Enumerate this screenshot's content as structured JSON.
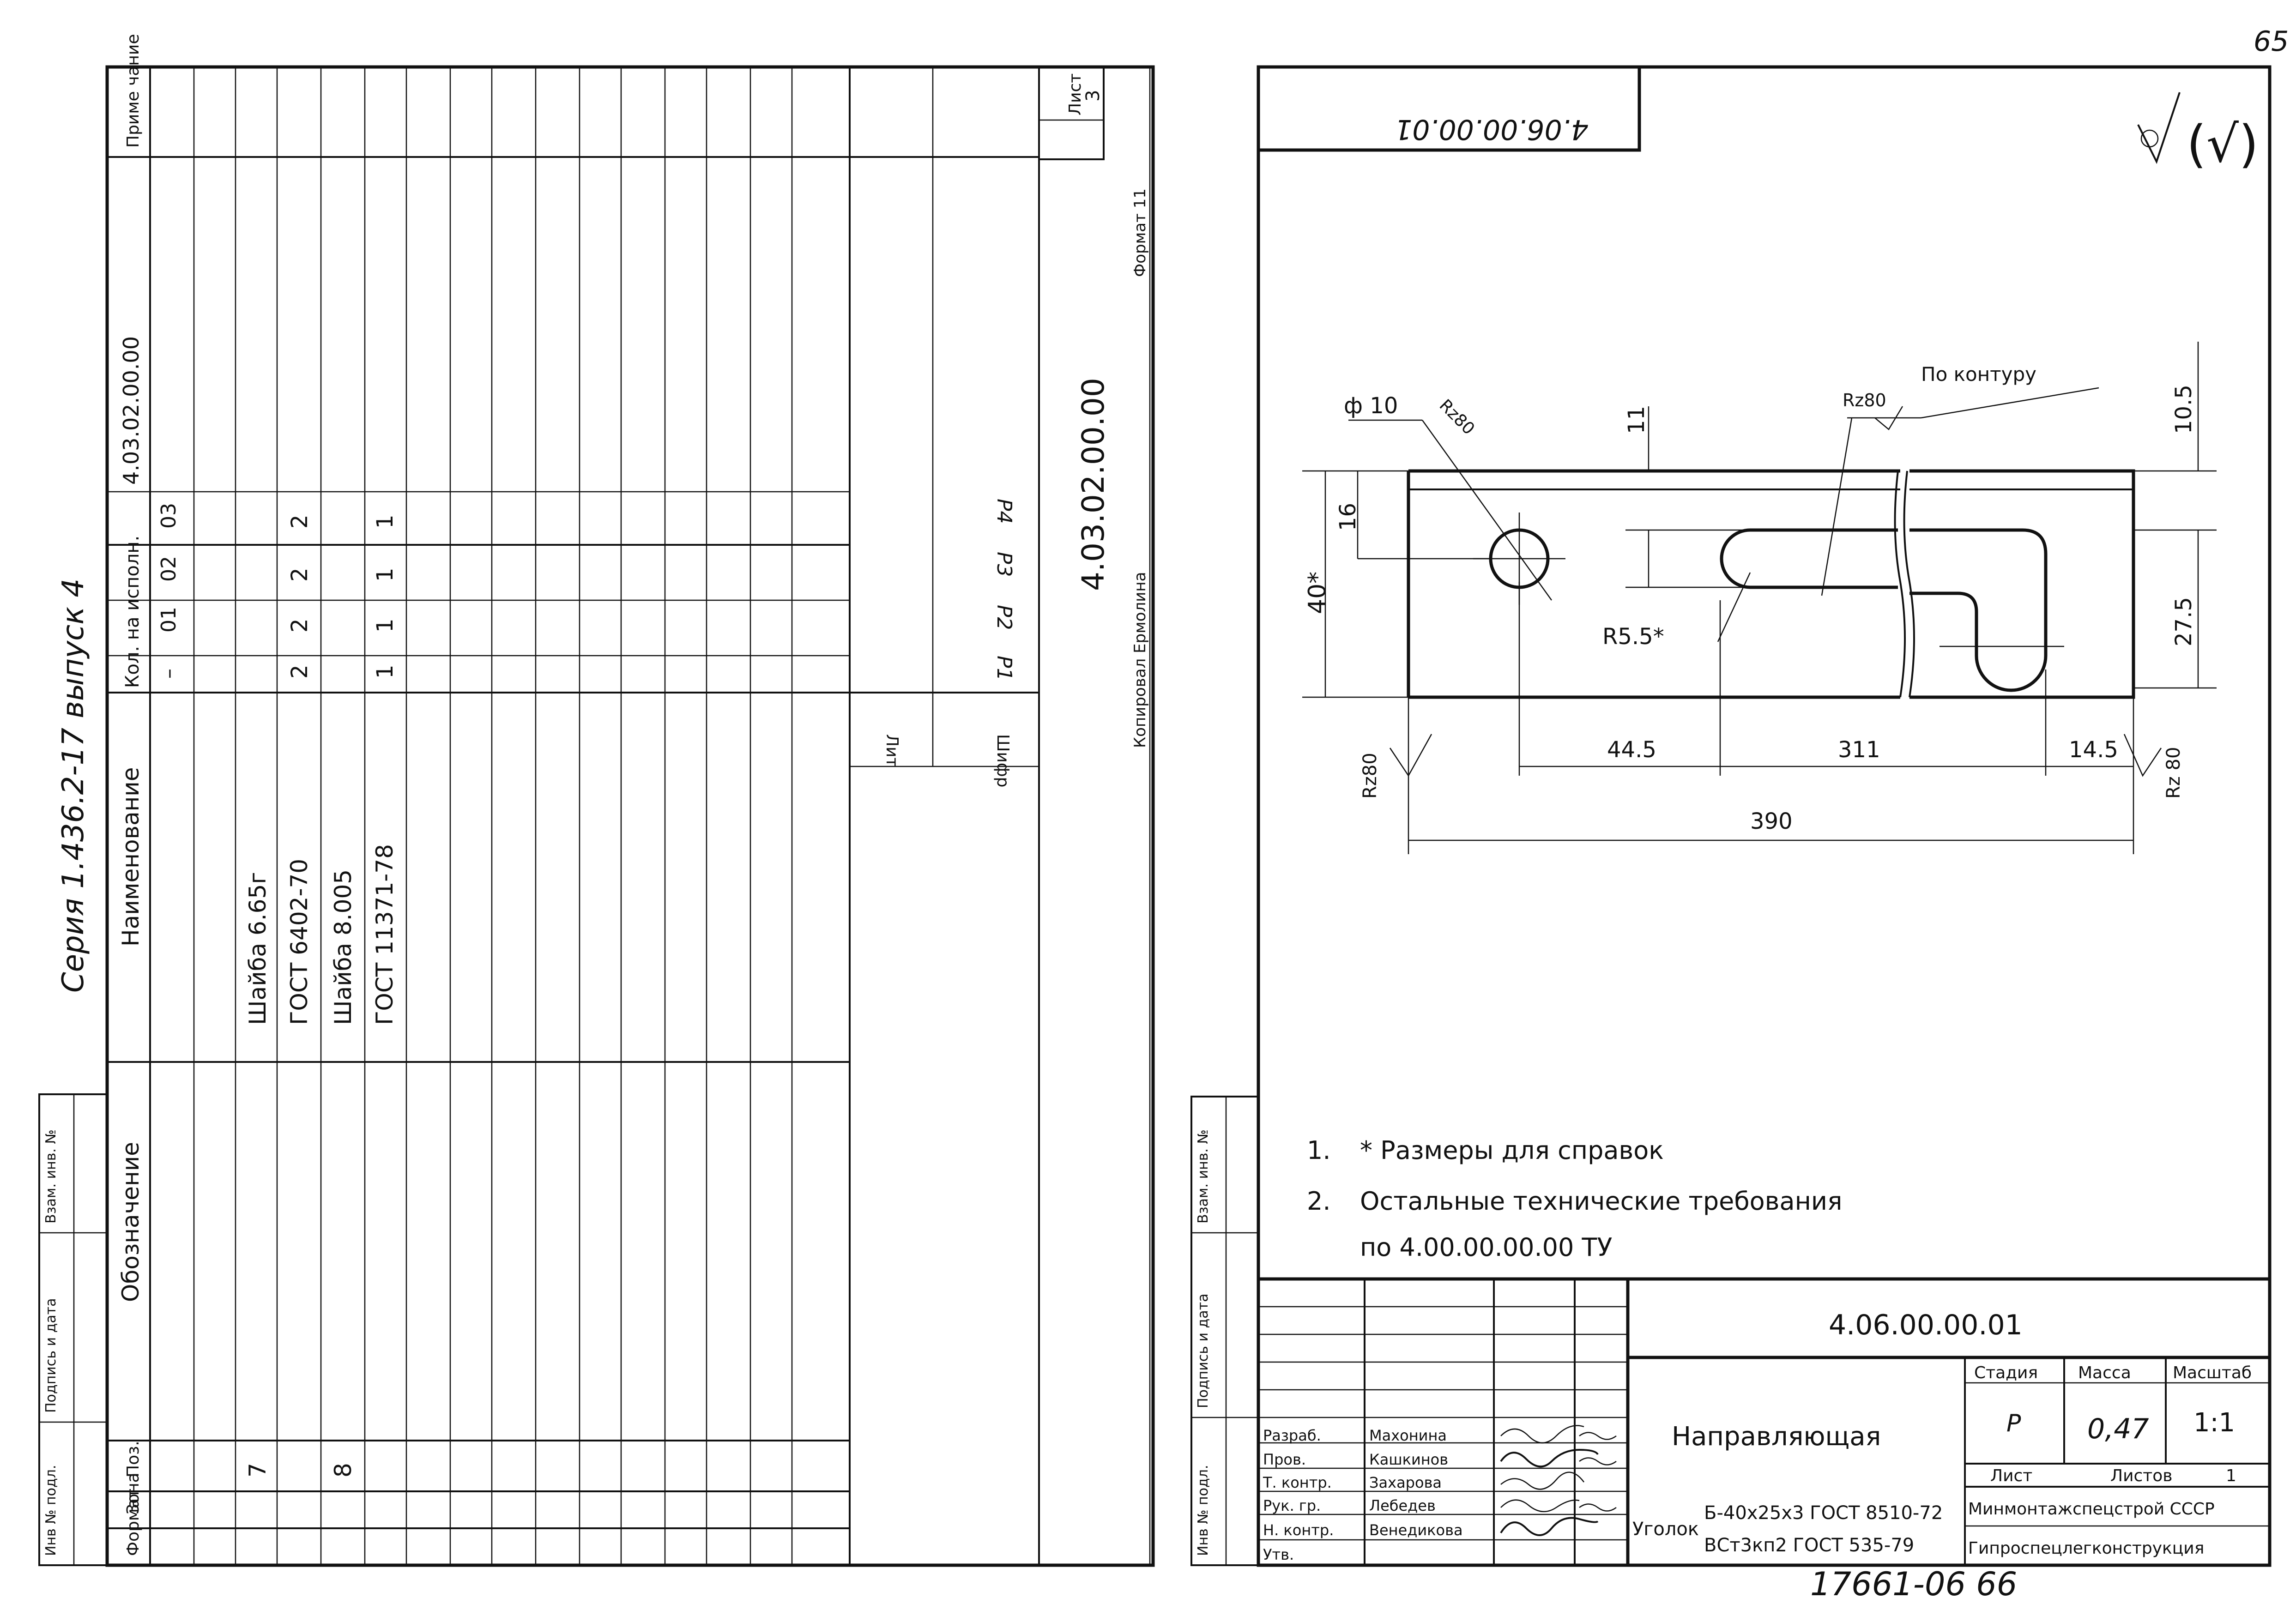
{
  "page_number": "65",
  "left": {
    "series": "Серия 1.436.2-17 выпуск 4",
    "col_format": "Формат",
    "col_zone": "Зона",
    "col_pos": "Поз.",
    "col_designation": "Обозначение",
    "col_name": "Наименование",
    "col_qty": "Кол. на исполн.",
    "col_note": "Приме чание",
    "doc_code": "4.03.02.00.00",
    "variants": [
      "–",
      "01",
      "02",
      "03"
    ],
    "rows": [
      {
        "pos": "7",
        "name": "Шайба 6.65г",
        "q0": "2",
        "q1": "2",
        "q2": "2",
        "q3": "2"
      },
      {
        "name": "ГОСТ 6402-70"
      },
      {
        "pos": "8",
        "name": "Шайба 8.005",
        "q0": "1",
        "q1": "1",
        "q2": "1",
        "q3": "1"
      },
      {
        "name": "ГОСТ 11371-78"
      }
    ],
    "codes": [
      "P1",
      "P2",
      "P3",
      "P4"
    ],
    "shifr": "Шифр",
    "lit": "Лит",
    "sheet_label": "Лист",
    "sheet_num": "3",
    "big_code": "4.03.02.00.00",
    "copied": "Копировал Ермолина",
    "format": "Формат 11"
  },
  "side_stamp": {
    "inv_podl": "Инв № подл.",
    "sign_date": "Подпись и дата",
    "vzam": "Взам. инв. №"
  },
  "right": {
    "top_code": "4.06.00.00.01",
    "roughness_symbol": "(√)",
    "dims": {
      "d_hole": "ф 10",
      "rz_hole": "Rz80",
      "rz_top": "Rz80",
      "contour": "По контуру",
      "d11": "11",
      "d105": "10.5",
      "d16": "16",
      "d40": "40*",
      "r55": "R5.5*",
      "d275": "27.5",
      "d445": "44.5",
      "d311": "311",
      "d145": "14.5",
      "d390": "390",
      "rz_left": "Rz80",
      "rz_right": "Rz 80"
    },
    "notes": [
      {
        "num": "1.",
        "text": "* Размеры для справок"
      },
      {
        "num": "2.",
        "text": "Остальные технические требования"
      },
      {
        "num": "",
        "text": "по 4.00.00.00.00 ТУ"
      }
    ],
    "title_block": {
      "code": "4.06.00.00.01",
      "name": "Направляющая",
      "stage_label": "Стадия",
      "mass_label": "Масса",
      "scale_label": "Масштаб",
      "stage": "Р",
      "mass": "0,47",
      "scale": "1:1",
      "sheet_label": "Лист",
      "sheets_label": "Листов",
      "sheets": "1",
      "material_type": "Уголок",
      "material_1": "Б-40х25х3 ГОСТ 8510-72",
      "material_2": "ВСт3кп2 ГОСТ 535-79",
      "org_1": "Минмонтажспецстрой СССР",
      "org_2": "Гипроспецлегконструкция",
      "people": [
        {
          "role": "Разраб.",
          "name": "Махонина"
        },
        {
          "role": "Пров.",
          "name": "Кашкинов"
        },
        {
          "role": "Т. контр.",
          "name": "Захарова"
        },
        {
          "role": "Рук. гр.",
          "name": "Лебедев"
        },
        {
          "role": "Н. контр.",
          "name": "Венедикова"
        },
        {
          "role": "Утв.",
          "name": ""
        }
      ]
    },
    "bottom_number": "17661-06 66"
  }
}
